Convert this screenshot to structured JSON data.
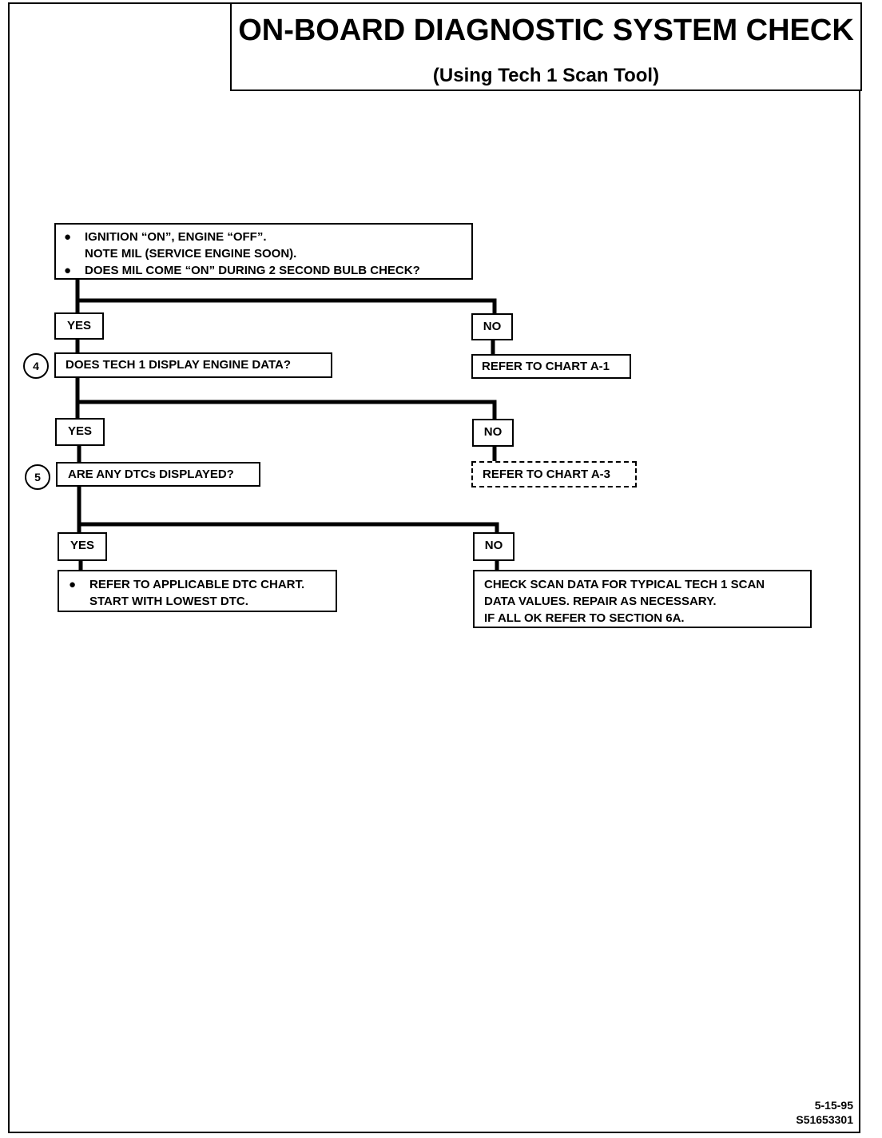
{
  "header": {
    "title": "ON-BOARD DIAGNOSTIC SYSTEM CHECK",
    "subtitle": "(Using Tech 1 Scan Tool)"
  },
  "flow": {
    "step1": {
      "line1": "IGNITION “ON”, ENGINE “OFF”.",
      "line2": "NOTE MIL (SERVICE ENGINE SOON).",
      "line3": "DOES MIL COME “ON” DURING 2 SECOND BULB CHECK?"
    },
    "yes_1": "YES",
    "no_1": "NO",
    "no_1_result": "REFER TO CHART A-1",
    "step4": {
      "number": "4",
      "text": "DOES TECH 1 DISPLAY ENGINE DATA?"
    },
    "yes_2": "YES",
    "no_2": "NO",
    "no_2_result": "REFER TO CHART A-3",
    "step5": {
      "number": "5",
      "text": "ARE ANY DTCs DISPLAYED?"
    },
    "yes_3": "YES",
    "no_3": "NO",
    "yes_3_result": {
      "line1": "REFER TO APPLICABLE DTC CHART.",
      "line2": "START WITH LOWEST DTC."
    },
    "no_3_result": {
      "line1": "CHECK SCAN DATA FOR TYPICAL TECH 1 SCAN",
      "line2": "DATA VALUES. REPAIR AS NECESSARY.",
      "line3": "IF ALL OK REFER TO SECTION 6A."
    }
  },
  "footer": {
    "date": "5-15-95",
    "code": "S51653301"
  }
}
